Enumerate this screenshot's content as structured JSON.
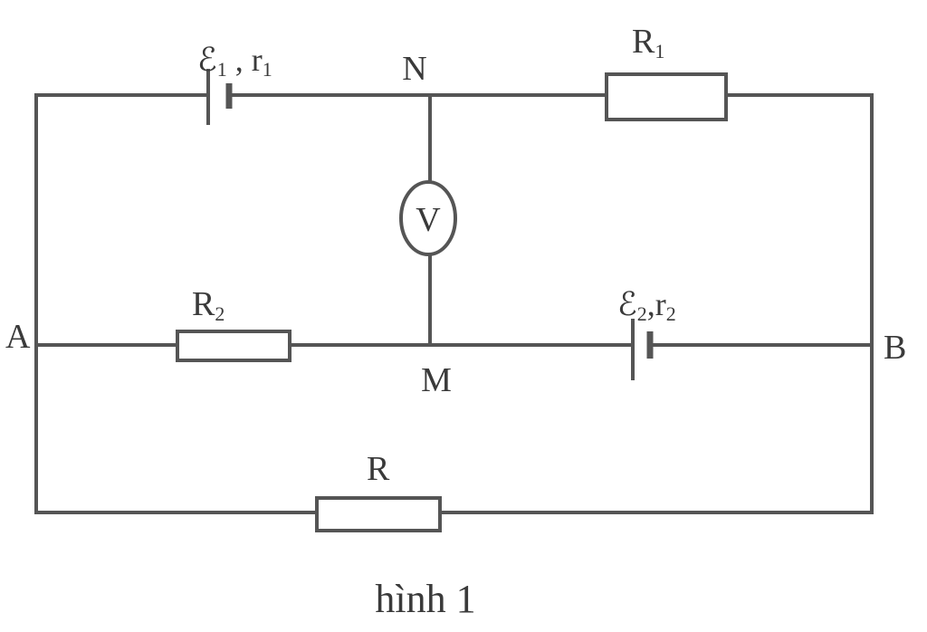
{
  "nodes": {
    "A": "A",
    "B": "B",
    "M": "M",
    "N": "N"
  },
  "components": {
    "emf1": {
      "symbol": "ℰ",
      "sub": "1",
      "sep": " , ",
      "r": "r",
      "r_sub": "1"
    },
    "emf2": {
      "symbol": "ℰ",
      "sub": "2",
      "sep": ",",
      "r": "r",
      "r_sub": "2"
    },
    "R1": {
      "base": "R",
      "sub": "1"
    },
    "R2": {
      "base": "R",
      "sub": "2"
    },
    "R": {
      "base": "R"
    },
    "voltmeter": {
      "label": "V"
    }
  },
  "caption": "hình 1",
  "colors": {
    "line": "#555555",
    "text": "#3a3a3a",
    "background": "#ffffff"
  }
}
